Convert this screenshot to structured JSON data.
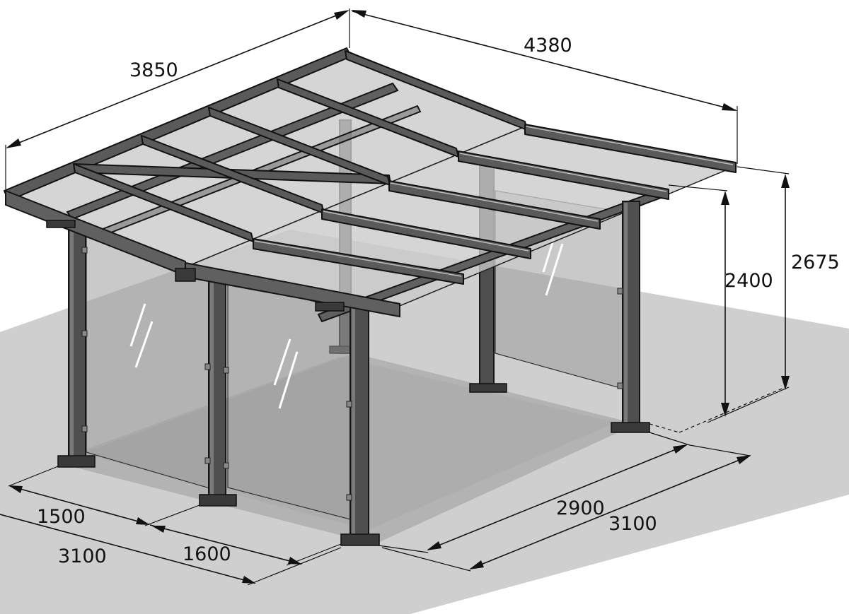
{
  "dimensions": {
    "roof_width": "3850",
    "roof_length": "4380",
    "total_height": "2675",
    "clear_height": "2400",
    "front_bay_left": "1500",
    "front_bay_right": "1600",
    "front_total": "3100",
    "side_inner": "2900",
    "side_total": "3100"
  },
  "colors": {
    "ground": "#c8c8c8",
    "frame": "#4f4f4f",
    "glass": "#c9c9c9",
    "line": "#111111"
  }
}
